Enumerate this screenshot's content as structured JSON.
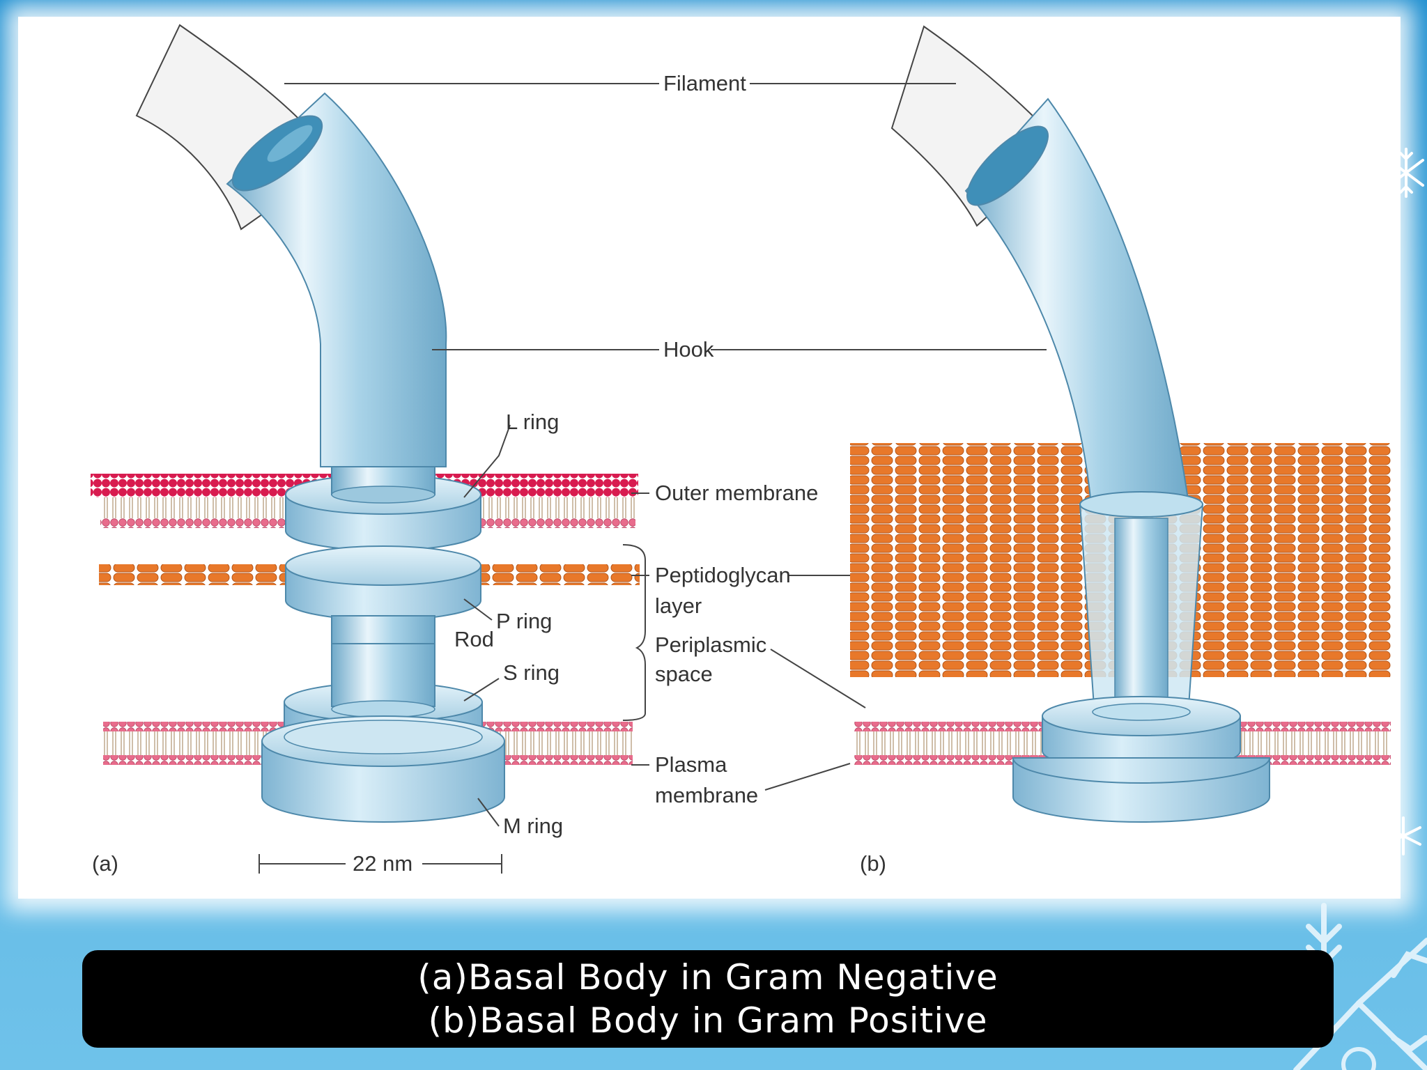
{
  "diagram": {
    "labels": {
      "filament": "Filament",
      "hook": "Hook",
      "l_ring": "L ring",
      "outer_membrane": "Outer membrane",
      "peptidoglycan_1": "Peptidoglycan",
      "peptidoglycan_2": "layer",
      "p_ring": "P ring",
      "rod": "Rod",
      "periplasmic_1": "Periplasmic",
      "periplasmic_2": "space",
      "s_ring": "S ring",
      "plasma_1": "Plasma",
      "plasma_2": "membrane",
      "m_ring": "M ring",
      "panel_a": "(a)",
      "panel_b": "(b)",
      "scale": "22 nm"
    }
  },
  "caption": {
    "line1": "(a)Basal Body in Gram Negative",
    "line2": "(b)Basal Body in Gram Positive"
  },
  "colors": {
    "background": "#3da3db",
    "flagellum": "#a9d3e8",
    "outer_membrane_heads": "#d81b4f",
    "lipid_heads": "#e86c8c",
    "peptidoglycan": "#e8782a",
    "caption_box": "#000000"
  },
  "icons": [
    "snowflake-icon"
  ]
}
